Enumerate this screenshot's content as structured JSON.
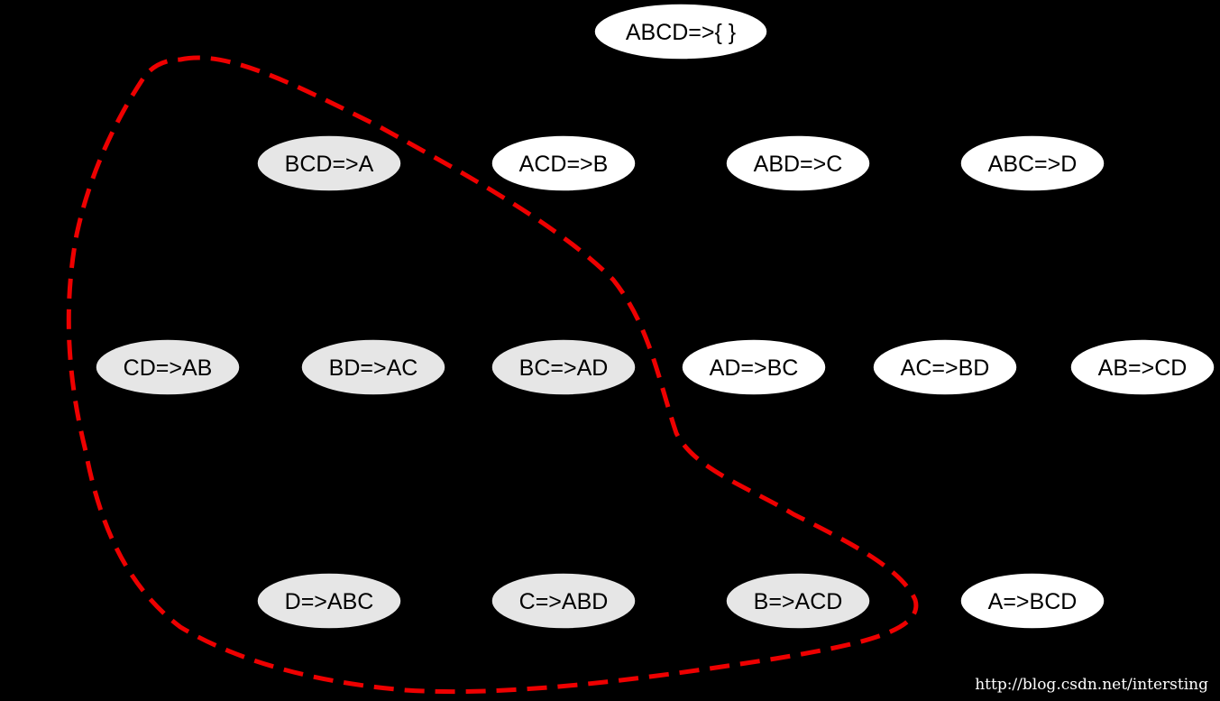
{
  "diagram": {
    "type": "rule-lattice",
    "colors": {
      "background": "#000000",
      "node_fill": "#ffffff",
      "highlight_fill": "#e6e6e6",
      "pruned_outline": "#ee0000"
    },
    "nodes": [
      {
        "id": "n0",
        "label": "ABCD=>{ }",
        "level": 0,
        "highlighted": false
      },
      {
        "id": "n1",
        "label": "BCD=>A",
        "level": 1,
        "highlighted": true
      },
      {
        "id": "n2",
        "label": "ACD=>B",
        "level": 1,
        "highlighted": false
      },
      {
        "id": "n3",
        "label": "ABD=>C",
        "level": 1,
        "highlighted": false
      },
      {
        "id": "n4",
        "label": "ABC=>D",
        "level": 1,
        "highlighted": false
      },
      {
        "id": "n5",
        "label": "CD=>AB",
        "level": 2,
        "highlighted": true
      },
      {
        "id": "n6",
        "label": "BD=>AC",
        "level": 2,
        "highlighted": true
      },
      {
        "id": "n7",
        "label": "BC=>AD",
        "level": 2,
        "highlighted": true
      },
      {
        "id": "n8",
        "label": "AD=>BC",
        "level": 2,
        "highlighted": false
      },
      {
        "id": "n9",
        "label": "AC=>BD",
        "level": 2,
        "highlighted": false
      },
      {
        "id": "n10",
        "label": "AB=>CD",
        "level": 2,
        "highlighted": false
      },
      {
        "id": "n11",
        "label": "D=>ABC",
        "level": 3,
        "highlighted": true
      },
      {
        "id": "n12",
        "label": "C=>ABD",
        "level": 3,
        "highlighted": true
      },
      {
        "id": "n13",
        "label": "B=>ACD",
        "level": 3,
        "highlighted": true
      },
      {
        "id": "n14",
        "label": "A=>BCD",
        "level": 3,
        "highlighted": false
      }
    ]
  },
  "watermark": "http://blog.csdn.net/intersting"
}
